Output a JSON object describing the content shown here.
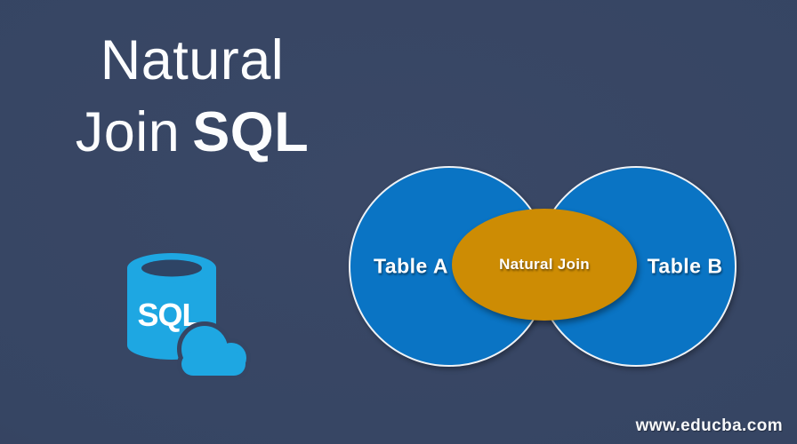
{
  "page": {
    "background_color": "#364563"
  },
  "title": {
    "line1": "Natural",
    "line2_regular": "Join",
    "line2_bold": "SQL"
  },
  "sql_icon": {
    "label": "SQL",
    "body_color": "#1ea7e2",
    "opening_color": "#2e4465",
    "outline_color": "#364563",
    "text_color": "#ffffff"
  },
  "venn": {
    "circle_color": "#0a74c4",
    "circle_border_color": "#eef2f6",
    "left_label": "Table A",
    "right_label": "Table B",
    "intersection_label": "Natural Join",
    "intersection_color": "#cd8c04"
  },
  "footer": {
    "website": "www.educba.com"
  }
}
